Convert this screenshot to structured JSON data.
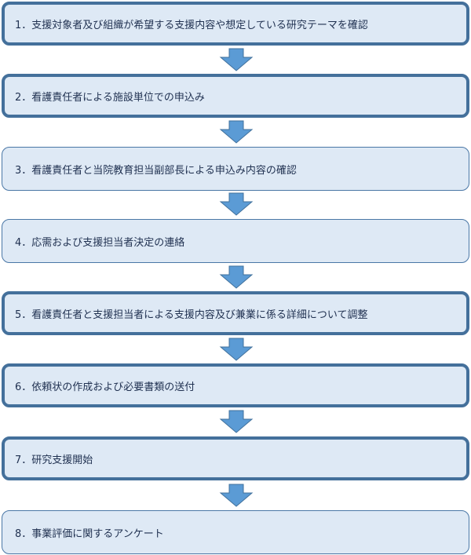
{
  "colors": {
    "box_fill": "#dee9f5",
    "box_border": "#44709b",
    "arrow_fill": "#5b9bd5",
    "arrow_border": "#41719c"
  },
  "steps": [
    {
      "label": "1．支援対象者及び組織が希望する支援内容や想定している研究テーマを確認"
    },
    {
      "label": "2．看護責任者による施設単位での申込み"
    },
    {
      "label": "3．看護責任者と当院教育担当副部長による申込み内容の確認"
    },
    {
      "label": "4．応需および支援担当者決定の連絡"
    },
    {
      "label": "5．看護責任者と支援担当者による支援内容及び兼業に係る詳細について調整"
    },
    {
      "label": "6．依頼状の作成および必要書類の送付"
    },
    {
      "label": "7．研究支援開始"
    },
    {
      "label": "8．事業評価に関するアンケート"
    }
  ]
}
